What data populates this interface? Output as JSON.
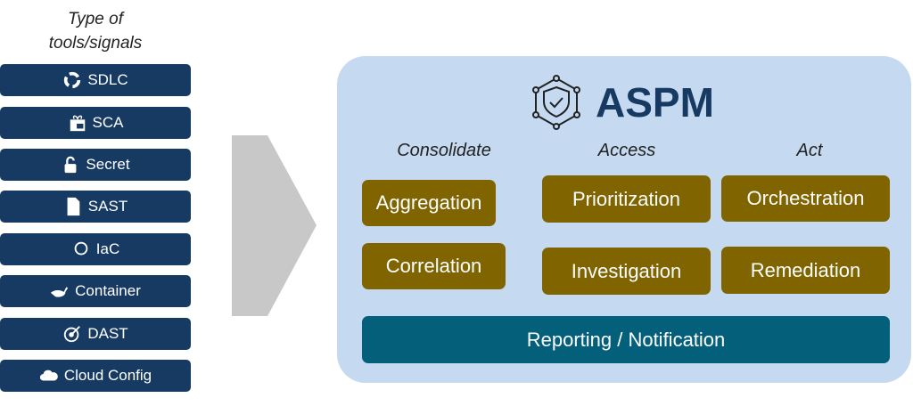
{
  "left_title": [
    "Type of",
    "tools/signals"
  ],
  "tools": [
    {
      "label": "SDLC",
      "icon": "recycle-icon"
    },
    {
      "label": "SCA",
      "icon": "gift-icon"
    },
    {
      "label": "Secret",
      "icon": "unlock-icon"
    },
    {
      "label": "SAST",
      "icon": "file-icon"
    },
    {
      "label": "IaC",
      "icon": "circle-icon"
    },
    {
      "label": "Container",
      "icon": "whale-icon"
    },
    {
      "label": "DAST",
      "icon": "target-icon"
    },
    {
      "label": "Cloud Config",
      "icon": "cloud-icon"
    }
  ],
  "aspm": {
    "title": "ASPM",
    "columns": [
      "Consolidate",
      "Access",
      "Act"
    ],
    "boxes": [
      "Aggregation",
      "Prioritization",
      "Orchestration",
      "Correlation",
      "Investigation",
      "Remediation"
    ],
    "footer": "Reporting / Notification"
  },
  "colors": {
    "navy": "#173a63",
    "panel": "#c5d9f1",
    "olive": "#7f6400",
    "teal": "#035f7a",
    "arrow": "#c8c8c8"
  }
}
